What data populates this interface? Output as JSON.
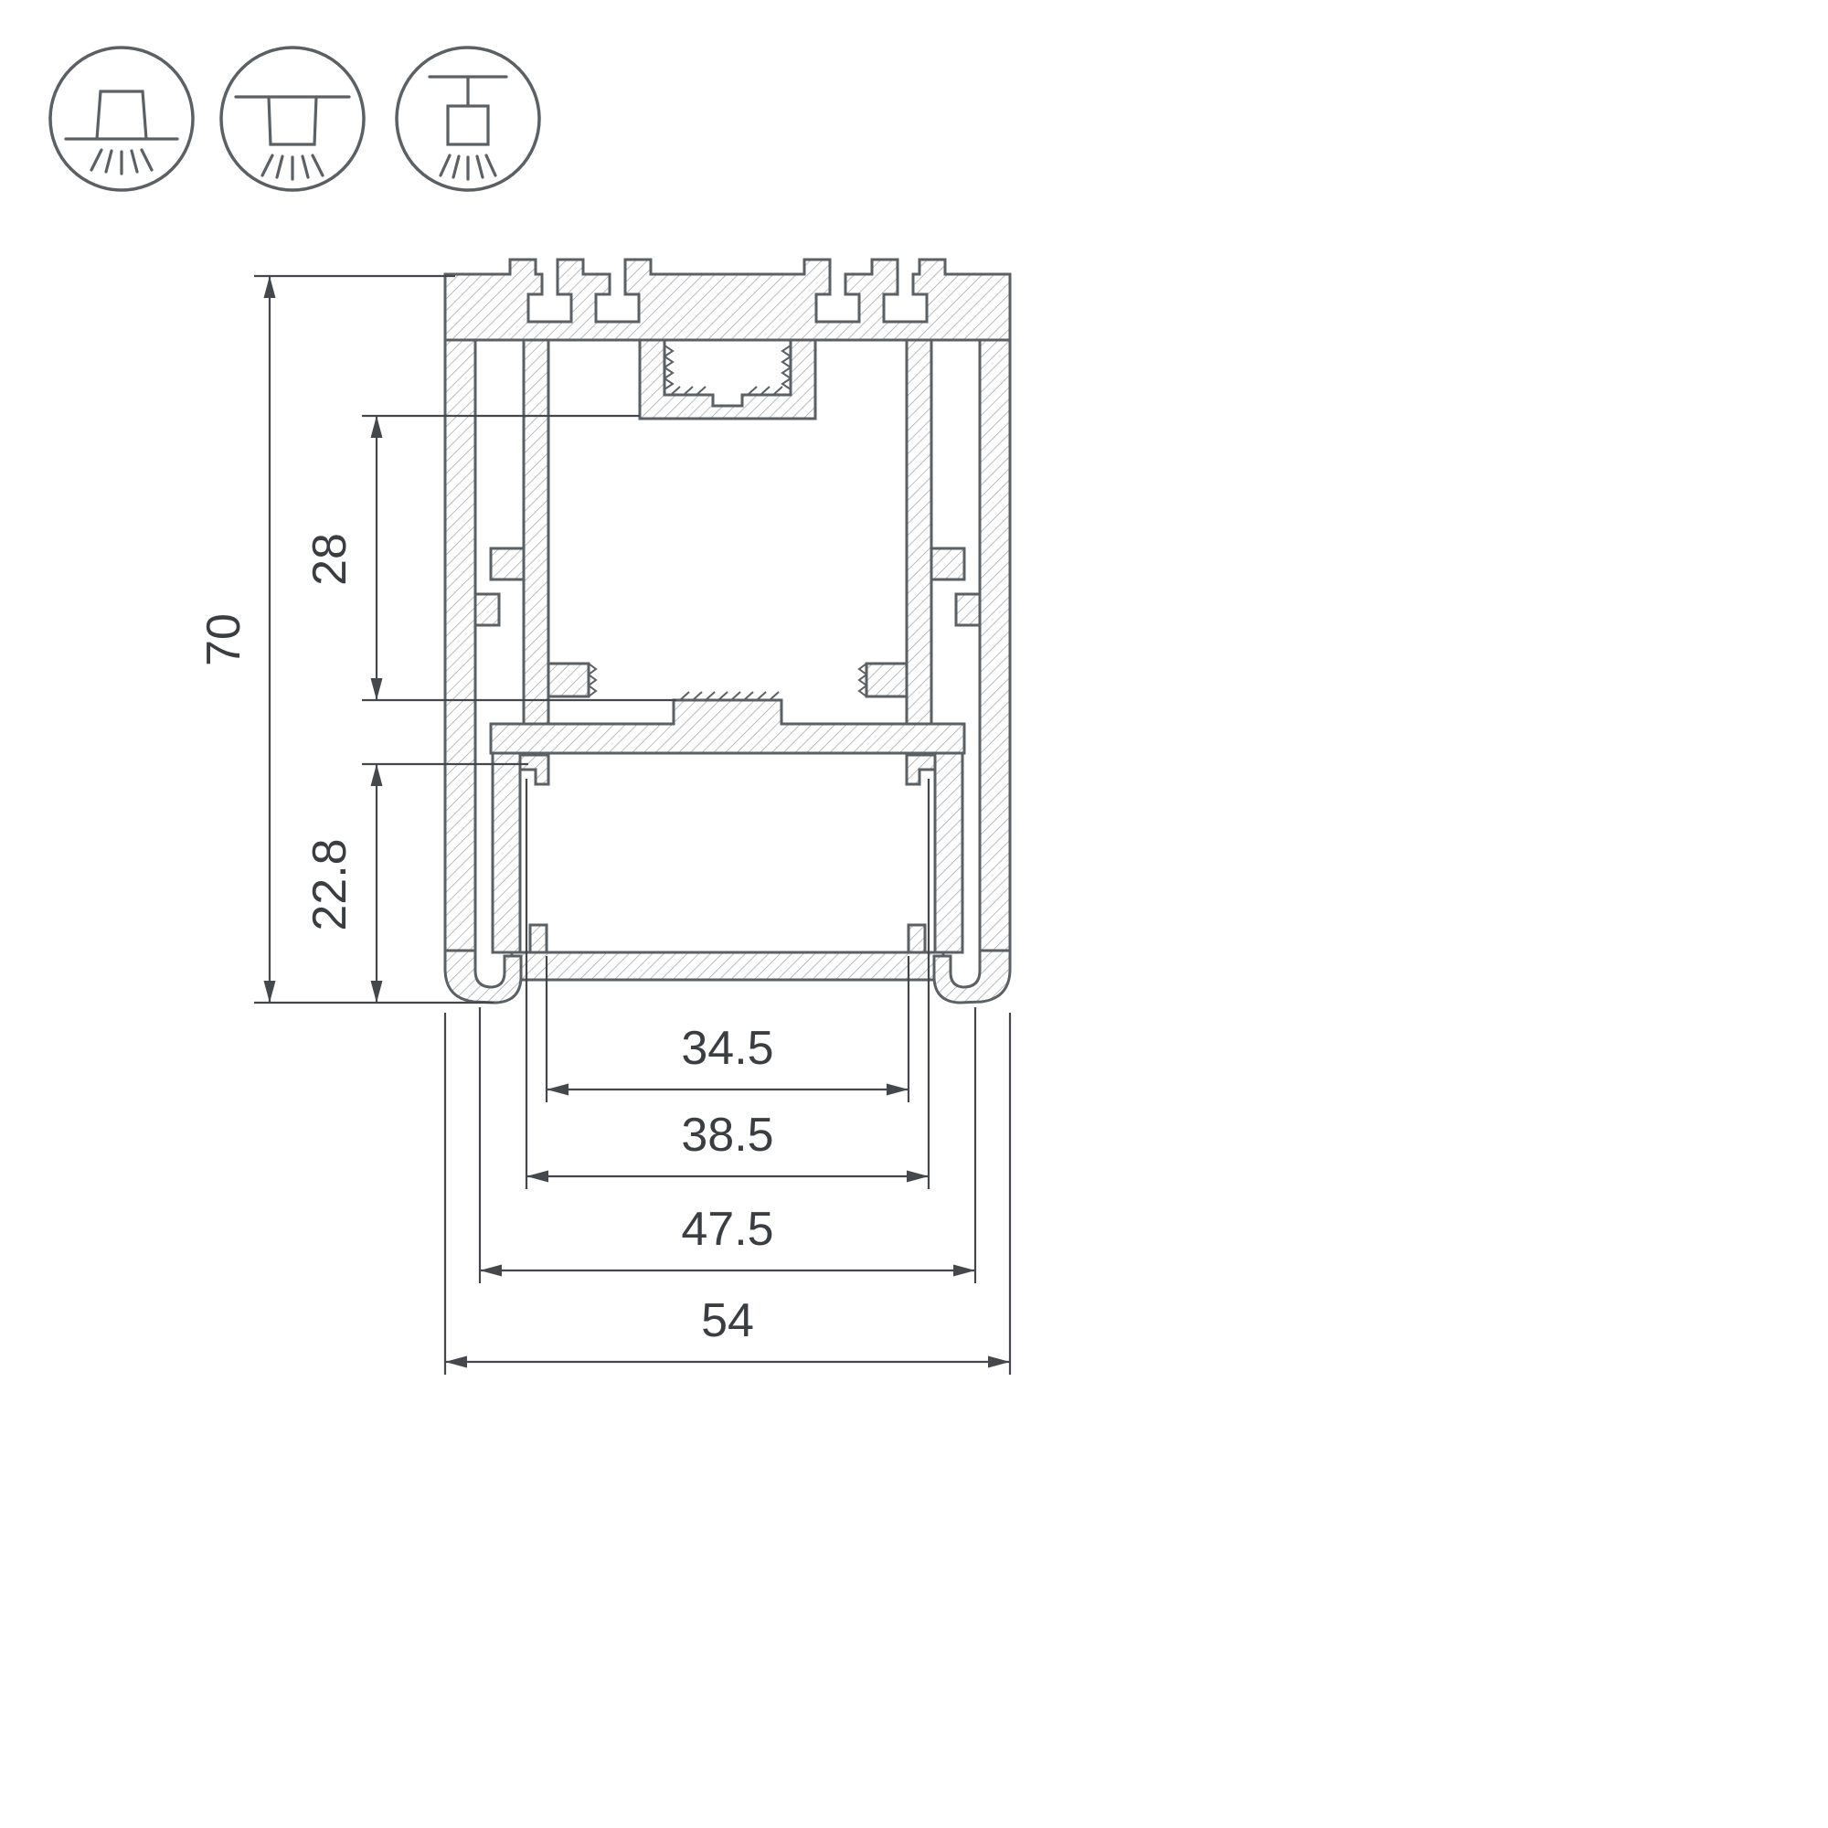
{
  "diagram": {
    "type": "technical-cross-section",
    "subject": "aluminum-led-profile",
    "colors": {
      "line": "#5b6065",
      "hatch": "#9ba0a5",
      "dimension": "#44484c",
      "text": "#3a3e42",
      "background": "#ffffff"
    },
    "icons": [
      {
        "name": "recessed-mount-icon"
      },
      {
        "name": "surface-mount-icon"
      },
      {
        "name": "pendant-mount-icon"
      }
    ],
    "dimensions": {
      "total_height": "70",
      "upper_chamber_height": "28",
      "lower_chamber_height": "22.8",
      "inner_bottom_width": "34.5",
      "led_shelf_width": "38.5",
      "inner_width": "47.5",
      "total_width": "54"
    }
  }
}
